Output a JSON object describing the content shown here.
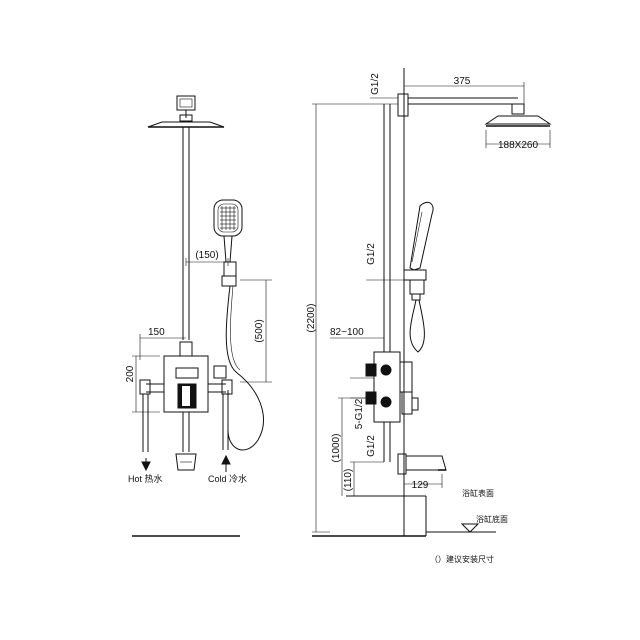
{
  "left_view": {
    "dim_150_top": "(150)",
    "dim_500": "(500)",
    "dim_150_left": "150",
    "dim_200": "200",
    "hot_label": "Hot 热水",
    "cold_label": "Cold 冷水"
  },
  "right_view": {
    "dim_375": "375",
    "dim_g12_top": "G1/2",
    "dim_188x260": "188X260",
    "dim_g12_mid": "G1/2",
    "dim_2200": "(2200)",
    "dim_82_100": "82~100",
    "dim_5_g12": "5-G1/2",
    "dim_g12_low": "G1/2",
    "dim_1000": "(1000)",
    "dim_110": "(110)",
    "dim_129": "129",
    "bathtub_surface": "浴缸表面",
    "bathtub_bottom": "浴缸底面",
    "note": "（）建议安装尺寸"
  }
}
